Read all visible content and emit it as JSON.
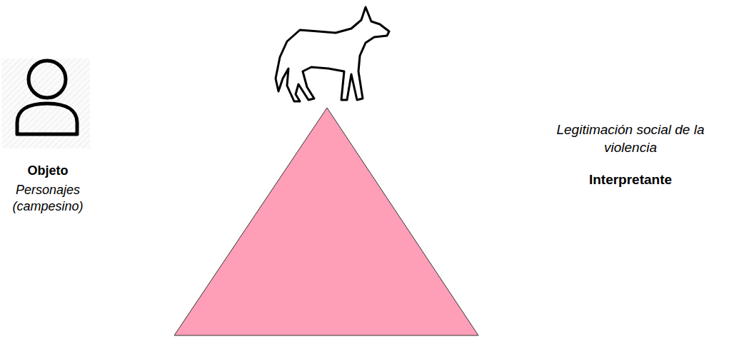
{
  "diagram": {
    "labels": [
      "Objeto",
      "Personajes (campesino)",
      "Legitimación social de la violencia",
      "Interpretante"
    ]
  }
}
